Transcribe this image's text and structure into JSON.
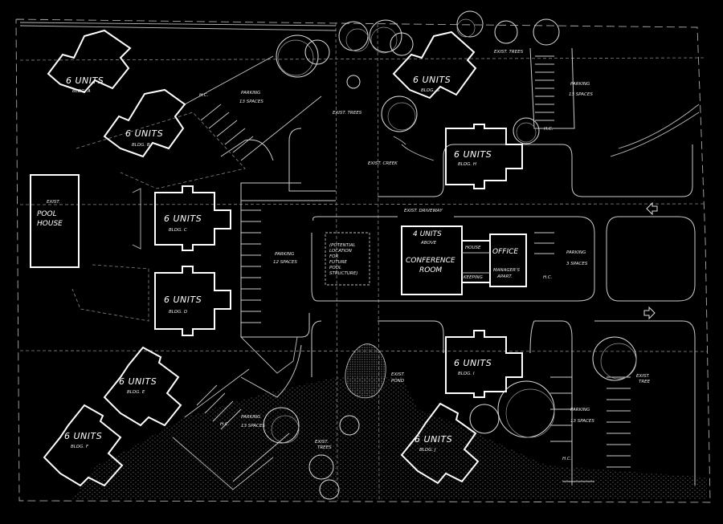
{
  "buildings": {
    "a": {
      "units": "6 UNITS",
      "name": "BLDG. A"
    },
    "b": {
      "units": "6 UNITS",
      "name": "BLDG. B"
    },
    "c": {
      "units": "6 UNITS",
      "name": "BLDG. C"
    },
    "d": {
      "units": "6 UNITS",
      "name": "BLDG. D"
    },
    "e": {
      "units": "6 UNITS",
      "name": "BLDG. E"
    },
    "f": {
      "units": "6 UNITS",
      "name": "BLDG. F"
    },
    "g": {
      "units": "6 UNITS",
      "name": "BLDG. G"
    },
    "h": {
      "units": "6 UNITS",
      "name": "BLDG. H"
    },
    "i": {
      "units": "6 UNITS",
      "name": "BLDG. I"
    },
    "j": {
      "units": "6 UNITS",
      "name": "BLDG. J"
    }
  },
  "pool_house": {
    "exist": "EXIST.",
    "line1": "POOL",
    "line2": "HOUSE"
  },
  "main_building": {
    "units": "4 UNITS",
    "above": "ABOVE",
    "conference1": "CONFERENCE",
    "conference2": "ROOM",
    "house": "HOUSE",
    "keeping": "KEEPING",
    "office": "OFFICE",
    "managers1": "MANAGER'S",
    "managers2": "APART."
  },
  "parking": [
    {
      "title": "PARKING",
      "spaces": "13 SPACES"
    },
    {
      "title": "PARKING",
      "spaces": "13 SPACES"
    },
    {
      "title": "PARKING",
      "spaces": "12 SPACES"
    },
    {
      "title": "PARKING",
      "spaces": "3 SPACES"
    },
    {
      "title": "PARKING",
      "spaces": "13 SPACES"
    },
    {
      "title": "PARKING",
      "spaces": "13 SPACES"
    }
  ],
  "labels": {
    "hc": "H.C.",
    "exist_trees": "EXIST. TREES",
    "exist_tree": "EXIST.",
    "tree": "TREE",
    "exist_creek": "EXIST. CREEK",
    "exist_driveway": "EXIST. DRIVEWAY",
    "exist_pond1": "EXIST.",
    "exist_pond2": "POND",
    "exist_trees_b1": "EXIST.",
    "exist_trees_b2": "TREES",
    "potential": [
      "(POTENTIAL",
      "LOCATION",
      "FOR",
      "FUTURE",
      "POOL",
      "STRUCTURE)"
    ]
  }
}
